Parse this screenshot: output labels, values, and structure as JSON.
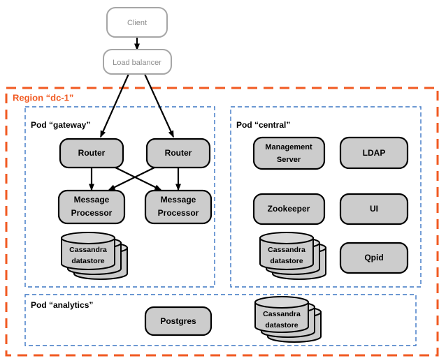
{
  "diagram": {
    "title_region": "Region “dc-1”",
    "accent_region_color": "#f15a22",
    "accent_pod_color": "#3b76c4",
    "node_fill_color": "#cccccc",
    "external_text_color": "#8c8c8c"
  },
  "external_nodes": [
    {
      "id": "client",
      "label": "Client"
    },
    {
      "id": "load-balancer",
      "label": "Load balancer"
    }
  ],
  "pods": [
    {
      "id": "gateway",
      "label": "Pod “gateway”",
      "nodes": [
        {
          "id": "router-1",
          "label": "Router",
          "type": "box"
        },
        {
          "id": "router-2",
          "label": "Router",
          "type": "box"
        },
        {
          "id": "message-processor-1",
          "label_line1": "Message",
          "label_line2": "Processor",
          "type": "box"
        },
        {
          "id": "message-processor-2",
          "label_line1": "Message",
          "label_line2": "Processor",
          "type": "box"
        },
        {
          "id": "cassandra-gateway",
          "label_line1": "Cassandra",
          "label_line2": "datastore",
          "type": "datastore"
        }
      ]
    },
    {
      "id": "central",
      "label": "Pod “central”",
      "nodes": [
        {
          "id": "management-server",
          "label_line1": "Management",
          "label_line2": "Server",
          "type": "box"
        },
        {
          "id": "ldap",
          "label": "LDAP",
          "type": "box"
        },
        {
          "id": "zookeeper",
          "label": "Zookeeper",
          "type": "box"
        },
        {
          "id": "ui",
          "label": "UI",
          "type": "box"
        },
        {
          "id": "cassandra-central",
          "label_line1": "Cassandra",
          "label_line2": "datastore",
          "type": "datastore"
        },
        {
          "id": "qpid",
          "label": "Qpid",
          "type": "box"
        }
      ]
    },
    {
      "id": "analytics",
      "label": "Pod “analytics”",
      "nodes": [
        {
          "id": "postgres",
          "label": "Postgres",
          "type": "box"
        },
        {
          "id": "cassandra-analytics",
          "label_line1": "Cassandra",
          "label_line2": "datastore",
          "type": "datastore"
        }
      ]
    }
  ],
  "edges": [
    {
      "from": "client",
      "to": "load-balancer"
    },
    {
      "from": "load-balancer",
      "to": "router-1"
    },
    {
      "from": "load-balancer",
      "to": "router-2"
    },
    {
      "from": "router-1",
      "to": "message-processor-1"
    },
    {
      "from": "router-1",
      "to": "message-processor-2"
    },
    {
      "from": "router-2",
      "to": "message-processor-1"
    },
    {
      "from": "router-2",
      "to": "message-processor-2"
    }
  ]
}
